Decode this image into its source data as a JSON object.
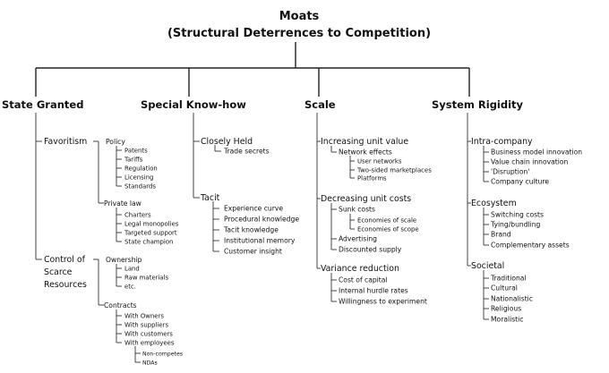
{
  "title": {
    "line1": "Moats",
    "line2": "(Structural Deterrences to Competition)"
  },
  "columns": {
    "state": {
      "heading": "State Granted",
      "favoritism": {
        "label": "Favoritism",
        "policy": {
          "label": "Policy",
          "items": [
            "Patents",
            "Tariffs",
            "Regulation",
            "Licensing",
            "Standards"
          ]
        },
        "private_law": {
          "label": "Private law",
          "items": [
            "Charters",
            "Legal monopolies",
            "Targeted support",
            "State champion"
          ]
        }
      },
      "control": {
        "label_lines": [
          "Control of",
          "Scarce",
          "Resources"
        ],
        "ownership": {
          "label": "Ownership",
          "items": [
            "Land",
            "Raw materials",
            "etc."
          ]
        },
        "contracts": {
          "label": "Contracts",
          "items": [
            "With Owners",
            "With suppliers",
            "With customers",
            "With employees"
          ],
          "employee_items": [
            "Non-competes",
            "NDAs"
          ]
        }
      }
    },
    "know_how": {
      "heading": "Special Know-how",
      "closely_held": {
        "label": "Closely Held",
        "items": [
          "Trade secrets"
        ]
      },
      "tacit": {
        "label": "Tacit",
        "items": [
          "Experience curve",
          "Procedural knowledge",
          "Tacit knowledge",
          "Institutional memory",
          "Customer insight"
        ]
      }
    },
    "scale": {
      "heading": "Scale",
      "increasing": {
        "label": "Increasing unit value",
        "network": {
          "label": "Network effects",
          "items": [
            "User networks",
            "Two-sided marketplaces",
            "Platforms"
          ]
        }
      },
      "decreasing": {
        "label": "Decreasing unit costs",
        "sunk": {
          "label": "Sunk costs",
          "items": [
            "Economies of scale",
            "Economies of scope"
          ]
        },
        "items": [
          "Advertising",
          "Discounted supply"
        ]
      },
      "variance": {
        "label": "Variance reduction",
        "items": [
          "Cost of capital",
          "Internal hurdle rates",
          "Willingness to experiment"
        ]
      }
    },
    "rigidity": {
      "heading": "System Rigidity",
      "intra": {
        "label": "Intra-company",
        "items": [
          "Business model innovation",
          "Value chain innovation",
          "'Disruption'",
          "Company culture"
        ]
      },
      "ecosystem": {
        "label": "Ecosystem",
        "items": [
          "Switching costs",
          "Tying/bundling",
          "Brand",
          "Complementary assets"
        ]
      },
      "societal": {
        "label": "Societal",
        "items": [
          "Traditional",
          "Cultural",
          "Nationalistic",
          "Religious",
          "Moralistic"
        ]
      }
    }
  }
}
